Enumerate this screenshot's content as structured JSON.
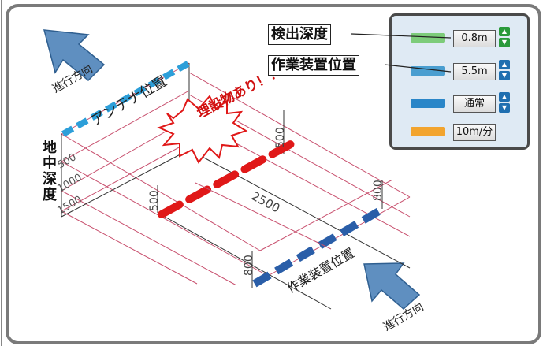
{
  "labels": {
    "antenna_position": "アンテナ位置",
    "work_device_position_bottom": "作業装置位置",
    "direction_top": "進行方向",
    "direction_bottom": "進行方向",
    "ground_depth": "地中深度",
    "buried_object": "埋設物あり！！",
    "dim_2500": "2500",
    "dim_500_left": "500",
    "dim_500_top": "500",
    "dim_800_left": "800",
    "dim_800_right": "800",
    "depth_ticks": [
      "500",
      "1000",
      "1500"
    ]
  },
  "panel": {
    "detect_depth_label": "検出深度",
    "work_pos_label": "作業装置位置",
    "detect_depth_value": "0.8m",
    "work_pos_value": "5.5m",
    "mode_value": "通常",
    "speed_value": "10m/分"
  },
  "colors": {
    "panel_bg": "#dfeaf4",
    "panel_border": "#4a4a4a",
    "arrow": "#5f8fc0",
    "antenna_line": "#2d9fd9",
    "buried_line": "#e01818",
    "work_line": "#2a5ea8",
    "guide_lines": "#c8506e",
    "btn_green": "#7dcc7a",
    "btn_blue": "#4a9ed0",
    "btn_orange": "#f2a42e"
  }
}
